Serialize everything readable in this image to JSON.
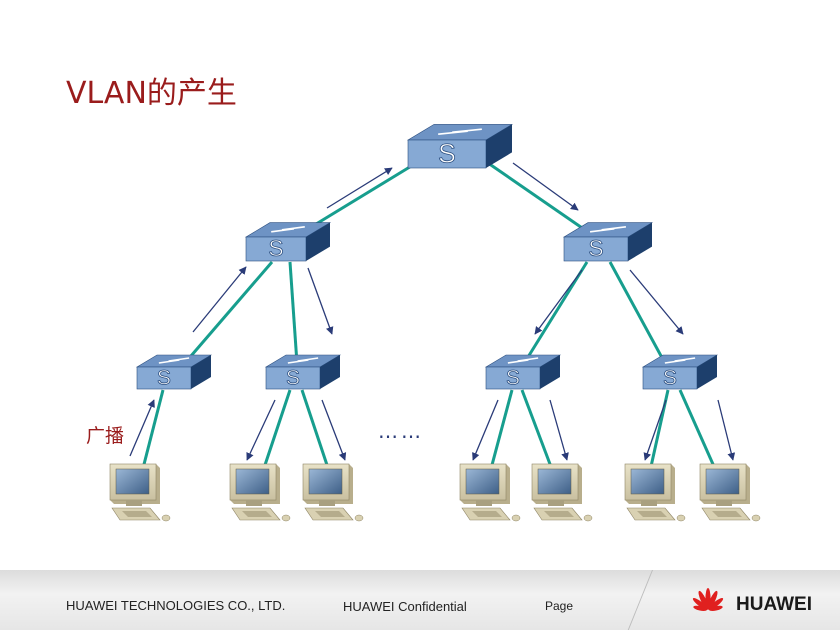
{
  "title": "VLAN的产生",
  "broadcast_label": "广播",
  "ellipsis": "……",
  "switch_label": "S",
  "footer": {
    "company": "HUAWEI TECHNOLOGIES CO., LTD.",
    "confidential": "HUAWEI Confidential",
    "page": "Page"
  },
  "logo": {
    "text": "HUAWEI"
  },
  "colors": {
    "title": "#9a1c1c",
    "switch_top": "#6e93c4",
    "switch_front": "#86a9d4",
    "switch_side": "#1d3f6c",
    "link": "#179e8e",
    "arrow": "#2a3b78",
    "logo": "#e0201f"
  }
}
